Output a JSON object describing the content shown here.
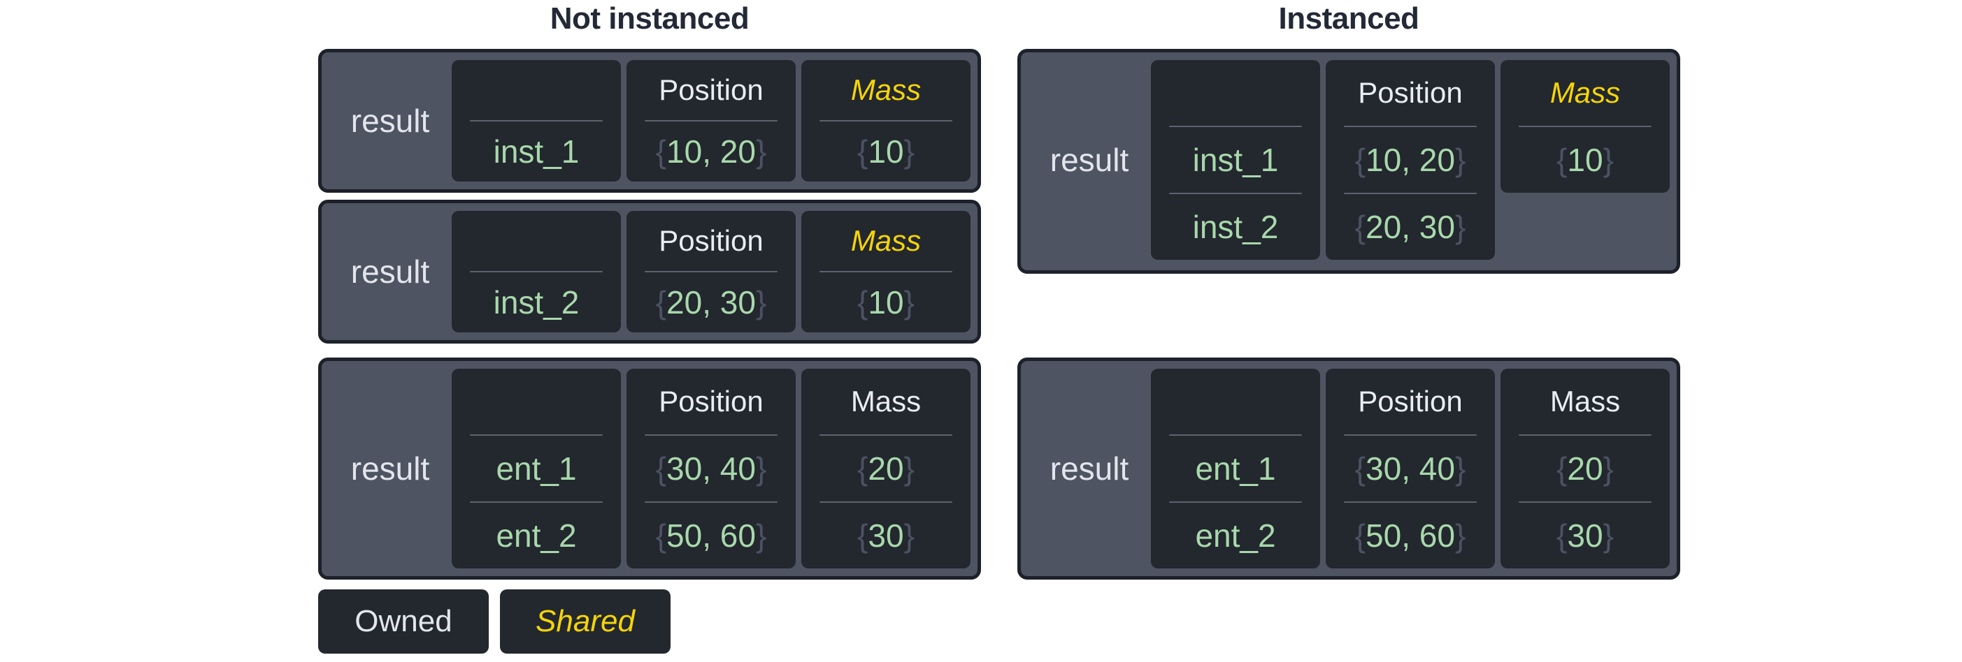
{
  "titles": {
    "not_instanced": "Not instanced",
    "instanced": "Instanced"
  },
  "syntax": {
    "brace_open": "{",
    "brace_close": "}"
  },
  "legend": {
    "owned": "Owned",
    "shared": "Shared"
  },
  "colors": {
    "owned_label": "#e9ecf2",
    "shared_label": "#f5d408",
    "value_green": "#a8d8ab",
    "brace_gray": "#4b5263",
    "box_background": "#4e5462",
    "cell_background": "#23272e",
    "box_border": "#1d212a",
    "divider": "#5d6470",
    "title_text": "#232936"
  },
  "boxes": [
    {
      "id": "not-instanced-inst-1",
      "label": "result",
      "entity_column": {
        "header": "",
        "rows": [
          "inst_1"
        ]
      },
      "component_columns": [
        {
          "header": "Position",
          "ownership": "owned",
          "values": [
            "10, 20"
          ]
        },
        {
          "header": "Mass",
          "ownership": "shared",
          "values": [
            "10"
          ]
        }
      ]
    },
    {
      "id": "not-instanced-inst-2",
      "label": "result",
      "entity_column": {
        "header": "",
        "rows": [
          "inst_2"
        ]
      },
      "component_columns": [
        {
          "header": "Position",
          "ownership": "owned",
          "values": [
            "20, 30"
          ]
        },
        {
          "header": "Mass",
          "ownership": "shared",
          "values": [
            "10"
          ]
        }
      ]
    },
    {
      "id": "not-instanced-entities",
      "label": "result",
      "entity_column": {
        "header": "",
        "rows": [
          "ent_1",
          "ent_2"
        ]
      },
      "component_columns": [
        {
          "header": "Position",
          "ownership": "owned",
          "values": [
            "30, 40",
            "50, 60"
          ]
        },
        {
          "header": "Mass",
          "ownership": "owned",
          "values": [
            "20",
            "30"
          ]
        }
      ]
    },
    {
      "id": "instanced-instances",
      "label": "result",
      "entity_column": {
        "header": "",
        "rows": [
          "inst_1",
          "inst_2"
        ]
      },
      "component_columns": [
        {
          "header": "Position",
          "ownership": "owned",
          "values": [
            "10, 20",
            "20, 30"
          ]
        },
        {
          "header": "Mass",
          "ownership": "shared",
          "values": [
            "10"
          ]
        }
      ]
    },
    {
      "id": "instanced-entities",
      "label": "result",
      "entity_column": {
        "header": "",
        "rows": [
          "ent_1",
          "ent_2"
        ]
      },
      "component_columns": [
        {
          "header": "Position",
          "ownership": "owned",
          "values": [
            "30, 40",
            "50, 60"
          ]
        },
        {
          "header": "Mass",
          "ownership": "owned",
          "values": [
            "20",
            "30"
          ]
        }
      ]
    }
  ]
}
